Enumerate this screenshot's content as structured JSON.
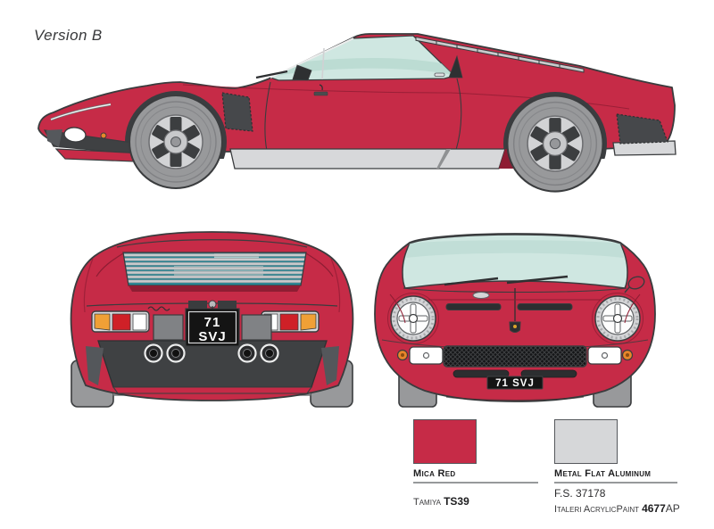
{
  "header": {
    "version_label": "Version B"
  },
  "plate": {
    "line1": "71",
    "line2": "SVJ",
    "front": "71 SVJ"
  },
  "paints": [
    {
      "name": "Mica Red",
      "swatch_color": "#c62b47",
      "brand": "Tamiya",
      "code": "TS39"
    },
    {
      "name": "Metal Flat Aluminum",
      "swatch_color": "#d6d7d9",
      "fs": "F.S. 37178",
      "brand": "Italeri AcrylicPaint",
      "code": "4677",
      "code_suffix": "AP"
    }
  ],
  "colors": {
    "body-red": "#c62b47",
    "body-dark": "#8e1d33",
    "outline": "#3a3c3e",
    "detail-dark": "#2e3032",
    "glass": "#cfe7e1",
    "glass-shade": "#b7d9d0",
    "louver-teal": "#2c8795",
    "aluminum": "#d7d8da",
    "slat-gray": "#c9cacc",
    "tire": "#98999b",
    "rim": "#d2d3d5",
    "dark-vent": "#46484b",
    "valance": "#3f4143",
    "mid-gray": "#808285",
    "chassis": "#b9babc",
    "amber": "#f0a036",
    "signal-red": "#cf2027",
    "plate-bg": "#141414",
    "plate-text": "#ffffff",
    "marker-orange": "#e8862a",
    "badge-gold": "#d9a42a"
  }
}
